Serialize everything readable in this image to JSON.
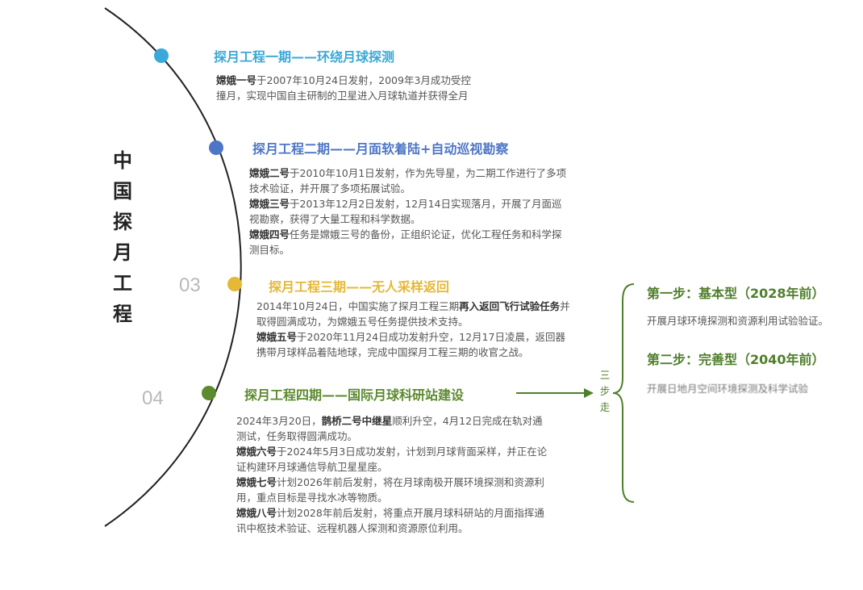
{
  "main_title": [
    "中",
    "国",
    "探",
    "月",
    "工",
    "程"
  ],
  "phases": [
    {
      "number": "",
      "color": "#3aa8d8",
      "title": "探月工程一期——环绕月球探测",
      "paragraphs": [
        [
          {
            "t": "嫦娥一号",
            "b": true
          },
          {
            "t": "于2007年10月24日发射，2009年3月成功受控"
          }
        ],
        [
          {
            "t": "撞月，实现中国自主研制的卫星进入月球轨道并获得全月"
          }
        ]
      ]
    },
    {
      "number": "",
      "color": "#4e76c6",
      "title": "探月工程二期——月面软着陆+自动巡视勘察",
      "paragraphs": [
        [
          {
            "t": "嫦娥二号",
            "b": true
          },
          {
            "t": "于2010年10月1日发射，作为先导星，为二期工作进行了多项技术验证，并开展了多项拓展试验。"
          }
        ],
        [
          {
            "t": "嫦娥三号",
            "b": true
          },
          {
            "t": "于2013年12月2日发射，12月14日实现落月，开展了月面巡视勘察，获得了大量工程和科学数据。"
          }
        ],
        [
          {
            "t": "嫦娥四号",
            "b": true
          },
          {
            "t": "任务是嫦娥三号的备份，正组织论证，优化工程任务和科学探测目标。"
          }
        ]
      ]
    },
    {
      "number": "03",
      "color": "#e5b836",
      "title": "探月工程三期——无人采样返回",
      "paragraphs": [
        [
          {
            "t": "2014年10月24日，中国实施了探月工程三期"
          },
          {
            "t": "再入返回飞行试验任务",
            "b": true
          },
          {
            "t": "并取得圆满成功，为嫦娥五号任务提供技术支持。"
          }
        ],
        [
          {
            "t": "嫦娥五号",
            "b": true
          },
          {
            "t": "于2020年11月24日成功发射升空，12月17日凌晨，返回器携带月球样品着陆地球，完成中国探月工程三期的收官之战。"
          }
        ]
      ]
    },
    {
      "number": "04",
      "color": "#5c8a2e",
      "title": "探月工程四期——国际月球科研站建设",
      "paragraphs": [
        [
          {
            "t": "2024年3月20日，"
          },
          {
            "t": "鹊桥二号中继星",
            "b": true
          },
          {
            "t": "顺利升空，4月12日完成在轨对通测试，任务取得圆满成功。"
          }
        ],
        [
          {
            "t": "嫦娥六号",
            "b": true
          },
          {
            "t": "于2024年5月3日成功发射，计划到月球背面采样，并正在论证构建环月球通信导航卫星星座。"
          }
        ],
        [
          {
            "t": "嫦娥七号",
            "b": true
          },
          {
            "t": "计划2026年前后发射，将在月球南极开展环境探测和资源利用，重点目标是寻找水冰等物质。"
          }
        ],
        [
          {
            "t": "嫦娥八号",
            "b": true
          },
          {
            "t": "计划2028年前后发射，将重点开展月球科研站的月面指挥通讯中枢技术验证、远程机器人探测和资源原位利用。"
          }
        ]
      ]
    }
  ],
  "three_steps": {
    "label": [
      "三",
      "步",
      "走"
    ],
    "accent": "#4f7f2b",
    "steps": [
      {
        "title": "第一步：基本型（2028年前）",
        "desc": "开展月球环境探测和资源利用试验验证。"
      },
      {
        "title": "第二步：完善型（2040年前）",
        "desc": "开展日地月空间环境探测及科学试验"
      }
    ]
  }
}
